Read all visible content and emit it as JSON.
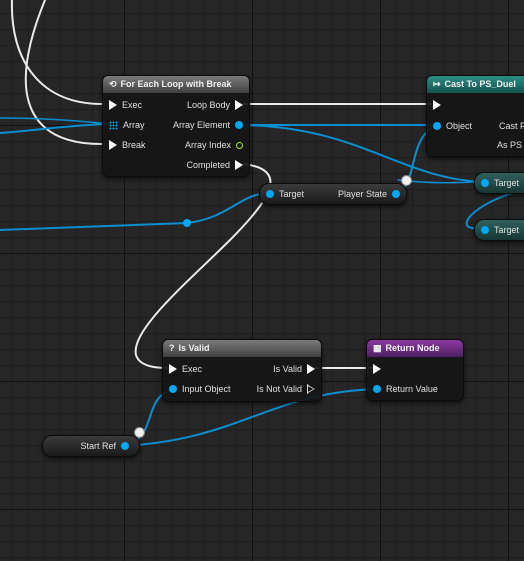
{
  "nodes": {
    "for_each": {
      "title": "For Each Loop with Break",
      "icon": "loop-icon",
      "inputs": [
        "Exec",
        "Array",
        "Break"
      ],
      "outputs": [
        "Loop Body",
        "Array Element",
        "Array Index",
        "Completed"
      ]
    },
    "cast": {
      "title": "Cast To PS_Duel",
      "icon": "cast-icon",
      "inputs": [
        "Object"
      ],
      "outputs": [
        "Cast F",
        "As PS I"
      ]
    },
    "player_state": {
      "input": "Target",
      "output": "Player State"
    },
    "target_1": {
      "label": "Target"
    },
    "target_2": {
      "label": "Target"
    },
    "is_valid": {
      "title": "Is Valid",
      "icon": "question-icon",
      "inputs": [
        "Exec",
        "Input Object"
      ],
      "outputs": [
        "Is Valid",
        "Is Not Valid"
      ]
    },
    "return_node": {
      "title": "Return Node",
      "icon": "return-icon",
      "inputs": [
        "Return Value"
      ]
    },
    "start_ref": {
      "label": "Start Ref"
    }
  },
  "colors": {
    "exec": "#ffffff",
    "object": "#00a8f3",
    "integer": "#a0e82e",
    "header_gray": "#5c5c5c",
    "header_teal": "#1f6f69",
    "header_purple": "#6b2b80"
  }
}
